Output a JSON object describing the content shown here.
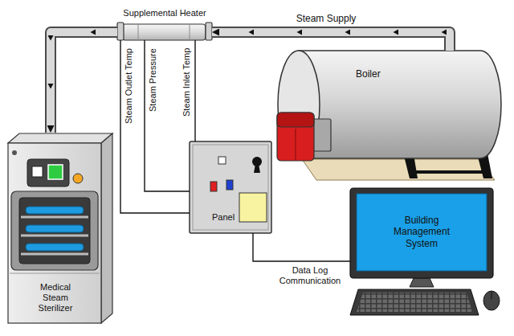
{
  "diagram": {
    "nodes": [
      {
        "text": [
          "Supplemental Heater"
        ]
      },
      {
        "text": [
          "Boiler"
        ]
      },
      {
        "text": [
          "Medical Steam Sterilizer"
        ]
      },
      {
        "text": [
          "Panel"
        ]
      },
      {
        "text": [
          "Building Management System"
        ]
      }
    ],
    "edges": [
      {
        "from": 1,
        "to": 0,
        "arrow": "to",
        "label": "Steam Supply"
      },
      {
        "from": 0,
        "to": 2,
        "arrow": "to"
      },
      {
        "from": 0,
        "to": 3,
        "arrow": "none",
        "label": "Steam Outlet Temp"
      },
      {
        "from": 0,
        "to": 3,
        "arrow": "none",
        "label": "Steam Pressure"
      },
      {
        "from": 0,
        "to": 3,
        "arrow": "none",
        "label": "Steam Inlet Temp"
      },
      {
        "from": 3,
        "to": 4,
        "arrow": "none",
        "label": "Data Log Communication"
      }
    ]
  }
}
